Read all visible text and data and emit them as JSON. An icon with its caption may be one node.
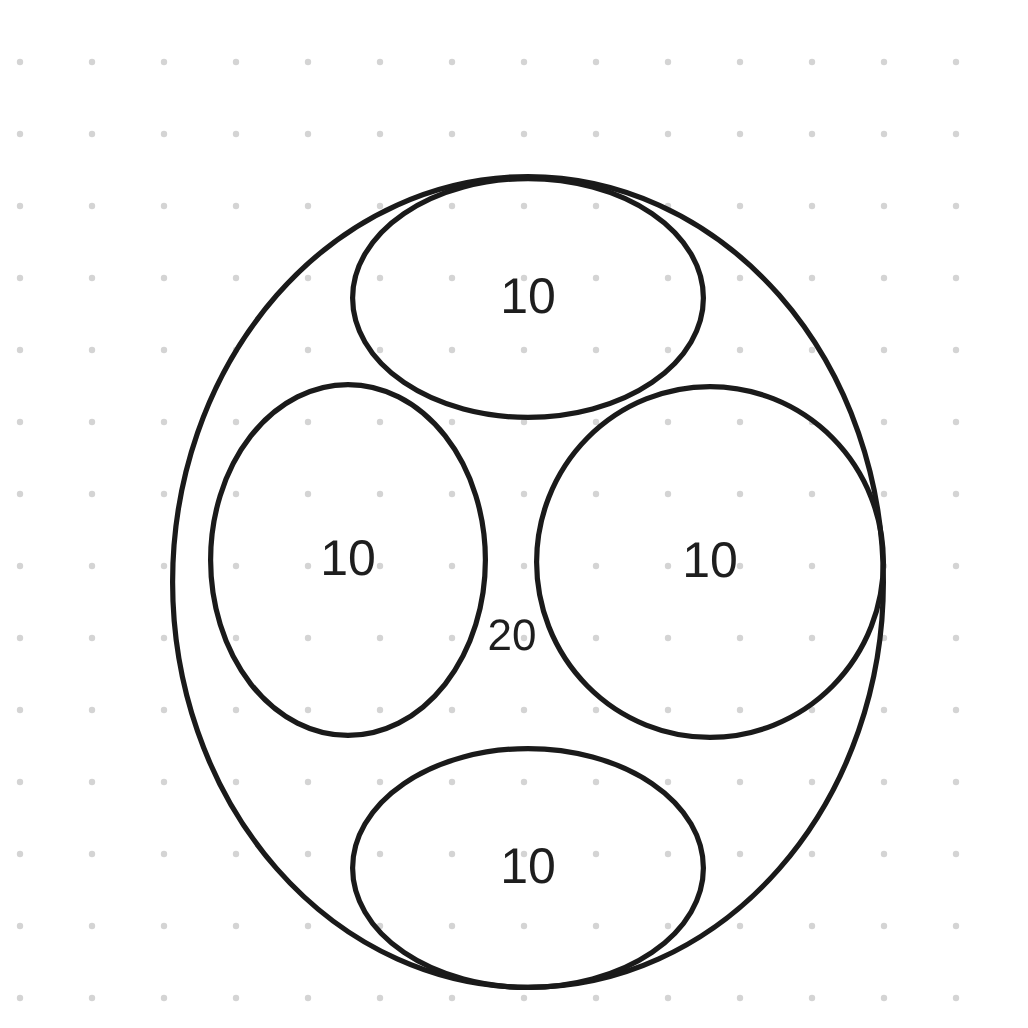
{
  "diagram": {
    "nodes": [
      {
        "text": [
          "20"
        ]
      },
      {
        "text": [
          "10"
        ],
        "in": 0
      },
      {
        "text": [
          "10"
        ],
        "in": 0
      },
      {
        "text": [
          "10"
        ],
        "in": 0
      },
      {
        "text": [
          "10"
        ],
        "in": 0
      }
    ]
  }
}
